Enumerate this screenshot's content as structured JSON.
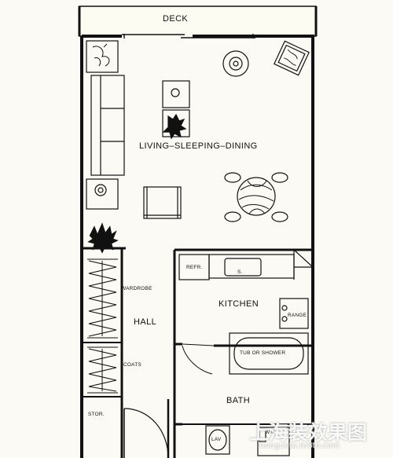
{
  "floor_plan": {
    "rooms": {
      "deck": "DECK",
      "living": "LIVING–SLEEPING–DINING",
      "kitchen": "KITCHEN",
      "hall": "HALL",
      "bath": "BATH"
    },
    "fixtures": {
      "refrigerator": "REFR.",
      "sink": "S.",
      "range": "RANGE",
      "wardrobe": "WARDROBE",
      "coats": "COATS",
      "storage": "STOR.",
      "tub": "TUB OR SHOWER",
      "lavatory": "LAV",
      "toilet": "W.C."
    }
  },
  "watermark": {
    "text": "上海装效果图",
    "url": "xiaoguotu.to8to.com"
  },
  "colors": {
    "background": "#fbfaf4",
    "wall": "#111111",
    "floor": "#fdfcf3"
  }
}
